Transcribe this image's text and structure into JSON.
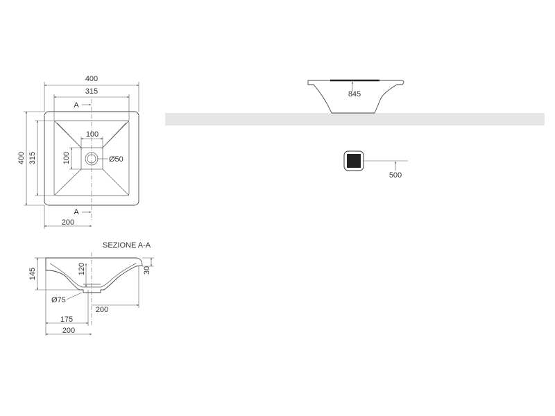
{
  "plan_view": {
    "width_outer": "400",
    "width_inner": "315",
    "height_outer": "400",
    "height_inner": "315",
    "drain_width": "100",
    "drain_height": "100",
    "drain_diameter": "Ø50",
    "offset": "200",
    "section_top_label": "A",
    "section_bottom_label": "A"
  },
  "section_view": {
    "title": "SEZIONE A-A",
    "total_height": "145",
    "inner_depth": "120",
    "rim_height": "30",
    "drain_diameter": "Ø75",
    "drain_to_right": "200",
    "dim_175": "175",
    "dim_200": "200"
  },
  "installation_view": {
    "mount_height": "845"
  },
  "siphon_view": {
    "height": "500"
  },
  "colors": {
    "counter_band": "#e6e6e6",
    "siphon_fill": "#222222",
    "line": "#555555"
  }
}
